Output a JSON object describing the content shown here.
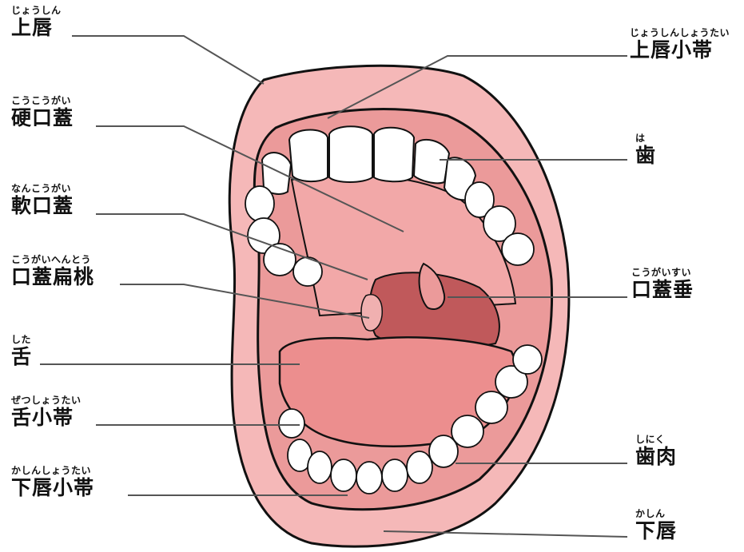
{
  "labels": {
    "upper_lip": {
      "reading": "じょうしん",
      "term": "上唇"
    },
    "upper_lip_frenulum": {
      "reading": "じょうしんしょうたい",
      "term": "上唇小帯"
    },
    "hard_palate": {
      "reading": "こうこうがい",
      "term": "硬口蓋"
    },
    "teeth": {
      "reading": "は",
      "term": "歯"
    },
    "soft_palate": {
      "reading": "なんこうがい",
      "term": "軟口蓋"
    },
    "tonsil": {
      "reading": "こうがいへんとう",
      "term": "口蓋扁桃"
    },
    "uvula": {
      "reading": "こうがいすい",
      "term": "口蓋垂"
    },
    "tongue": {
      "reading": "した",
      "term": "舌"
    },
    "tongue_frenulum": {
      "reading": "ぜつしょうたい",
      "term": "舌小帯"
    },
    "gums": {
      "reading": "しにく",
      "term": "歯肉"
    },
    "lower_lip_frenulum": {
      "reading": "かしんしょうたい",
      "term": "下唇小帯"
    },
    "lower_lip": {
      "reading": "かしん",
      "term": "下唇"
    }
  },
  "colors": {
    "lip": "#f5b8b8",
    "inner": "#eb9a9a",
    "tongue": "#ec8e8e",
    "throat": "#c0595b",
    "tooth": "#ffffff",
    "line": "#111111",
    "leader": "#555555"
  }
}
